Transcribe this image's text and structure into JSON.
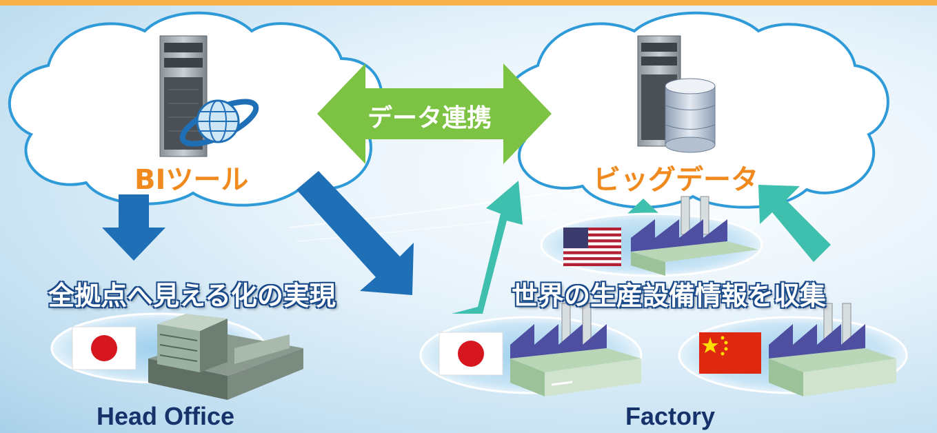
{
  "labels": {
    "bi_tool": "BIツール",
    "big_data": "ビッグデータ",
    "data_link": "データ連携",
    "visualization": "全拠点へ見える化の実現",
    "collect": "世界の生産設備情報を収集",
    "head_office": "Head Office",
    "factory": "Factory"
  },
  "colors": {
    "top_bar": "#f7b14a",
    "cloud_stroke": "#2e9ad8",
    "orange_text": "#f08a1e",
    "green_arrow": "#7cc243",
    "blue_arrow": "#1f6fb7",
    "teal_arrow": "#3fbfae",
    "navy_text": "#16326b"
  },
  "flags": [
    "japan-flag",
    "usa-flag",
    "japan-flag",
    "china-flag"
  ]
}
